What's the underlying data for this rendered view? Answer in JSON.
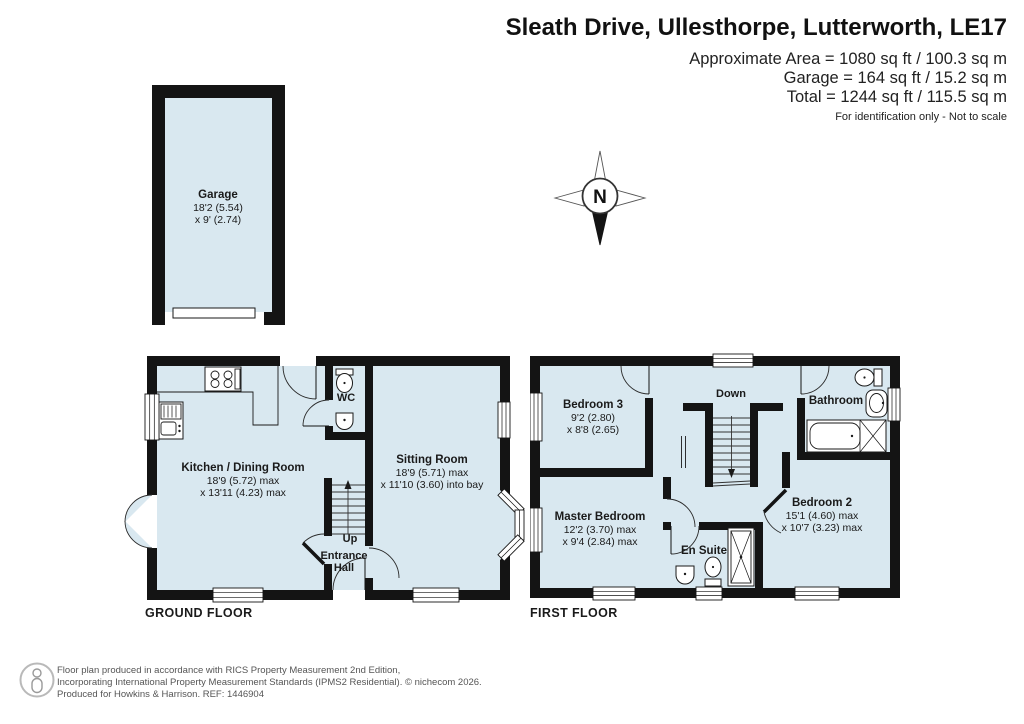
{
  "header": {
    "title": "Sleath Drive, Ullesthorpe, Lutterworth, LE17",
    "area_line1": "Approximate Area = 1080 sq ft / 100.3 sq m",
    "area_line2": "Garage = 164 sq ft / 15.2 sq m",
    "area_line3": "Total = 1244 sq ft / 115.5 sq m",
    "disclaimer": "For identification only - Not to scale"
  },
  "compass": {
    "north": "N"
  },
  "garage": {
    "name": "Garage",
    "dim1": "18'2 (5.54)",
    "dim2": "x 9' (2.74)"
  },
  "ground_floor": {
    "floor_label": "GROUND FLOOR",
    "kitchen": {
      "name": "Kitchen / Dining Room",
      "dim1": "18'9 (5.72) max",
      "dim2": "x 13'11 (4.23) max"
    },
    "sitting_room": {
      "name": "Sitting Room",
      "dim1": "18'9 (5.71) max",
      "dim2": "x 11'10 (3.60) into bay"
    },
    "wc": "WC",
    "stairs": "Up",
    "hall_line1": "Entrance",
    "hall_line2": "Hall"
  },
  "first_floor": {
    "floor_label": "FIRST FLOOR",
    "bedroom3": {
      "name": "Bedroom 3",
      "dim1": "9'2 (2.80)",
      "dim2": "x 8'8 (2.65)"
    },
    "bathroom": "Bathroom",
    "stairs": "Down",
    "master_bedroom": {
      "name": "Master Bedroom",
      "dim1": "12'2 (3.70) max",
      "dim2": "x 9'4 (2.84) max"
    },
    "en_suite": "En Suite",
    "bedroom2": {
      "name": "Bedroom 2",
      "dim1": "15'1 (4.60) max",
      "dim2": "x 10'7 (3.23) max"
    }
  },
  "footer": {
    "line1": "Floor plan produced in accordance with RICS Property Measurement 2nd Edition,",
    "line2": "Incorporating International Property Measurement Standards (IPMS2 Residential).   © nichecom 2026.",
    "line3": "Produced for Howkins & Harrison.   REF: 1446904"
  },
  "colors": {
    "room_fill": "#d9e8f0",
    "wall": "#141414"
  }
}
